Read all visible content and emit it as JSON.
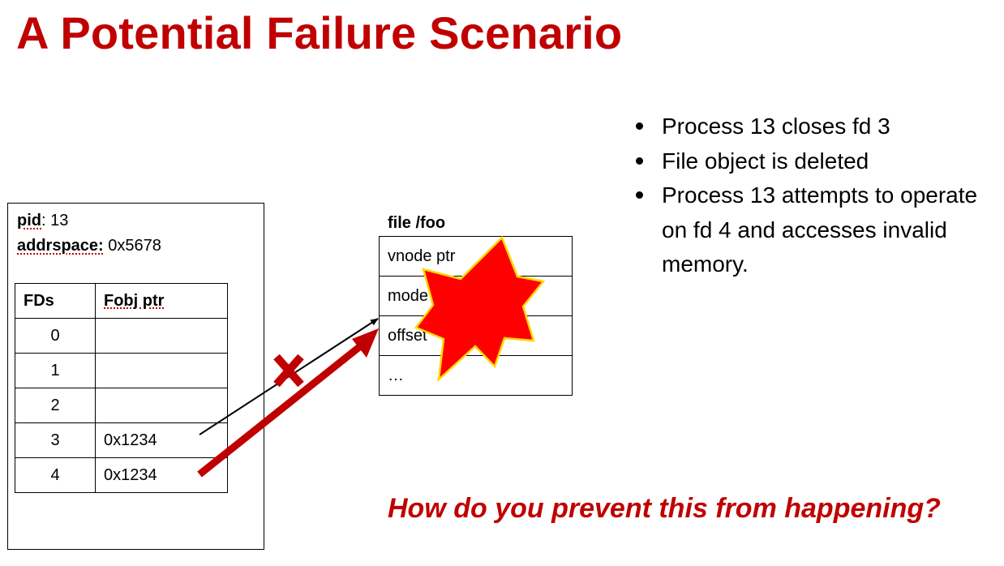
{
  "title": "A Potential Failure Scenario",
  "process": {
    "pid_label": "pid",
    "pid_value": ": 13",
    "addrspace_label": "addrspace:",
    "addrspace_value": " 0x5678",
    "fd_table": {
      "headers": [
        "FDs",
        "Fobj ptr"
      ],
      "rows": [
        {
          "fd": "0",
          "ptr": ""
        },
        {
          "fd": "1",
          "ptr": ""
        },
        {
          "fd": "2",
          "ptr": ""
        },
        {
          "fd": "3",
          "ptr": "0x1234"
        },
        {
          "fd": "4",
          "ptr": "0x1234"
        }
      ]
    }
  },
  "file_object": {
    "label": "file /foo",
    "fields": [
      "vnode ptr",
      "mode",
      "offset",
      "…"
    ]
  },
  "bullets": [
    "Process 13 closes fd 3",
    "File object is deleted",
    "Process 13 attempts to operate on fd 4 and accesses invalid memory."
  ],
  "question": "How do you prevent this from happening?",
  "colors": {
    "accent_red": "#c00000",
    "explosion_fill": "#ff0000",
    "explosion_outline": "#ffd700"
  }
}
